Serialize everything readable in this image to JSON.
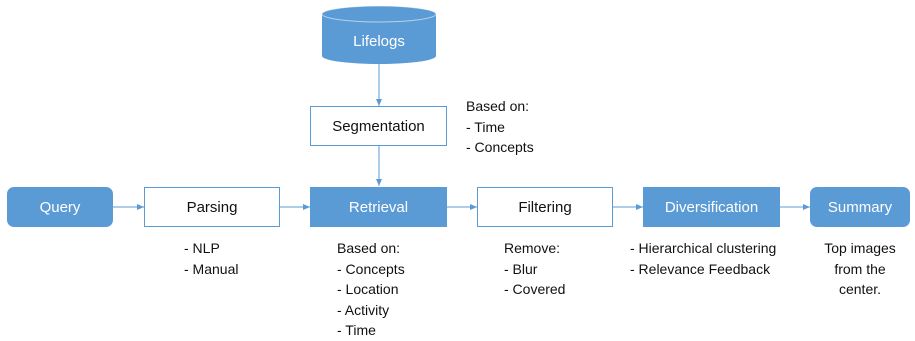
{
  "colors": {
    "accent": "#5b9bd5",
    "text": "#111111",
    "filled_text": "#ffffff"
  },
  "nodes": {
    "lifelogs": "Lifelogs",
    "segmentation": "Segmentation",
    "query": "Query",
    "parsing": "Parsing",
    "retrieval": "Retrieval",
    "filtering": "Filtering",
    "diversification": "Diversification",
    "summary": "Summary"
  },
  "notes": {
    "segmentation": [
      "Based on:",
      "- Time",
      "- Concepts"
    ],
    "parsing": [
      "- NLP",
      "- Manual"
    ],
    "retrieval": [
      "Based on:",
      "- Concepts",
      "- Location",
      "- Activity",
      "- Time"
    ],
    "filtering": [
      "Remove:",
      "- Blur",
      "- Covered"
    ],
    "diversification": [
      "- Hierarchical clustering",
      "- Relevance Feedback"
    ],
    "summary": [
      "Top images",
      "from the",
      "center."
    ]
  }
}
